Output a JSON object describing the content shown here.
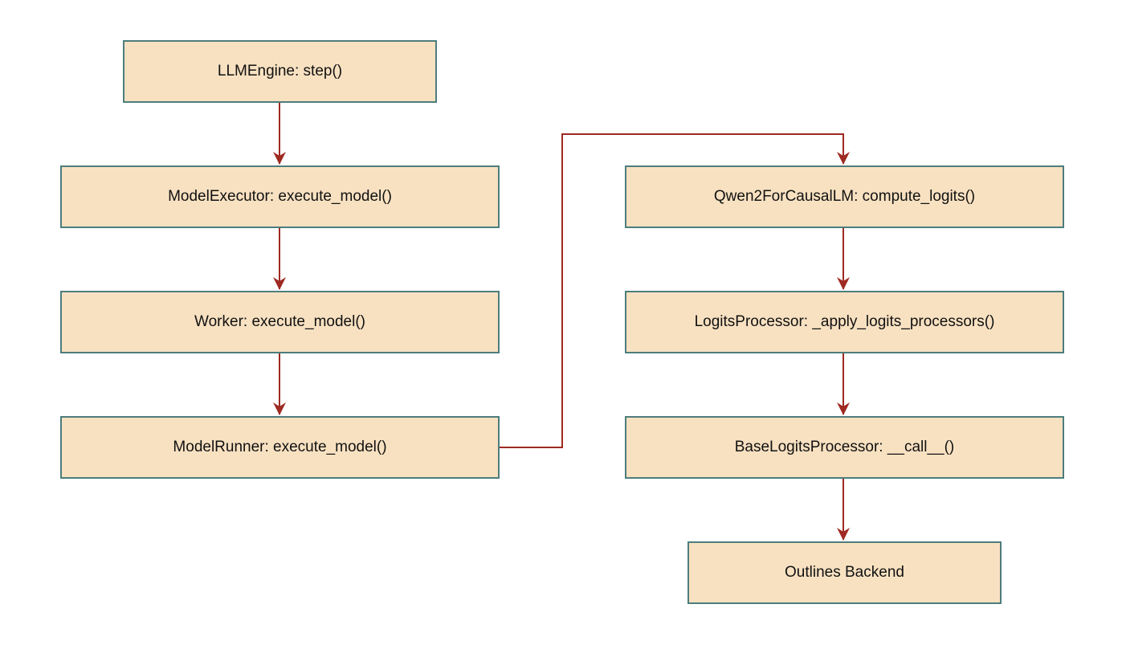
{
  "colors": {
    "node_fill": "#f8e1c1",
    "node_border": "#4d7d7d",
    "edge": "#9e2a22",
    "text": "#111111"
  },
  "nodes": {
    "llm_engine": "LLMEngine: step()",
    "model_executor": "ModelExecutor: execute_model()",
    "worker": "Worker: execute_model()",
    "model_runner": "ModelRunner: execute_model()",
    "qwen2": "Qwen2ForCausalLM: compute_logits()",
    "logits_processor": "LogitsProcessor: _apply_logits_processors()",
    "base_logits_processor": "BaseLogitsProcessor: __call__()",
    "outlines_backend": "Outlines Backend"
  },
  "edges": [
    {
      "from": "llm_engine",
      "to": "model_executor"
    },
    {
      "from": "model_executor",
      "to": "worker"
    },
    {
      "from": "worker",
      "to": "model_runner"
    },
    {
      "from": "model_runner",
      "to": "qwen2"
    },
    {
      "from": "qwen2",
      "to": "logits_processor"
    },
    {
      "from": "logits_processor",
      "to": "base_logits_processor"
    },
    {
      "from": "base_logits_processor",
      "to": "outlines_backend"
    }
  ]
}
